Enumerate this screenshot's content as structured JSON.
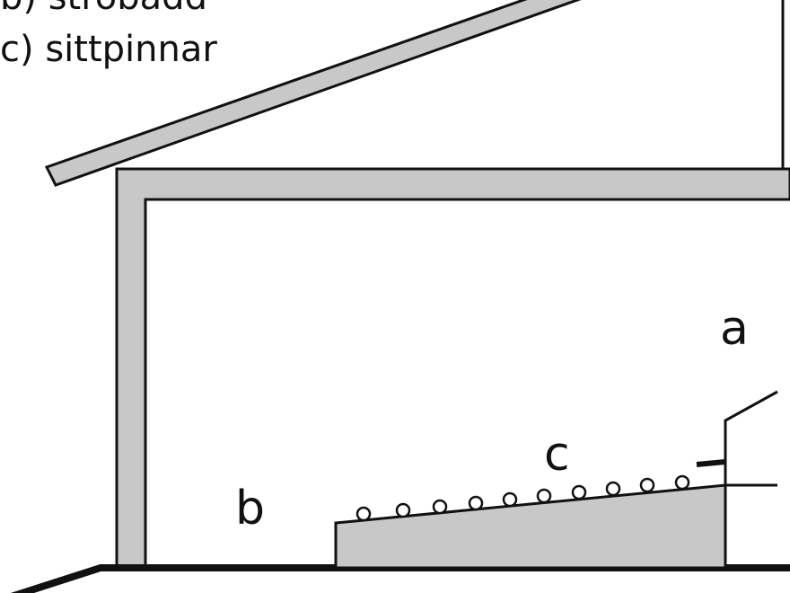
{
  "legend": [
    {
      "text": "b) strobädd"
    },
    {
      "text": "c) sittpinnar"
    }
  ],
  "labels": {
    "a": "a",
    "b": "b",
    "c": "c"
  },
  "colors": {
    "wall_fill": "#c8c8c8",
    "stroke": "#111111",
    "bedding_fill": "#c8c8c8"
  }
}
